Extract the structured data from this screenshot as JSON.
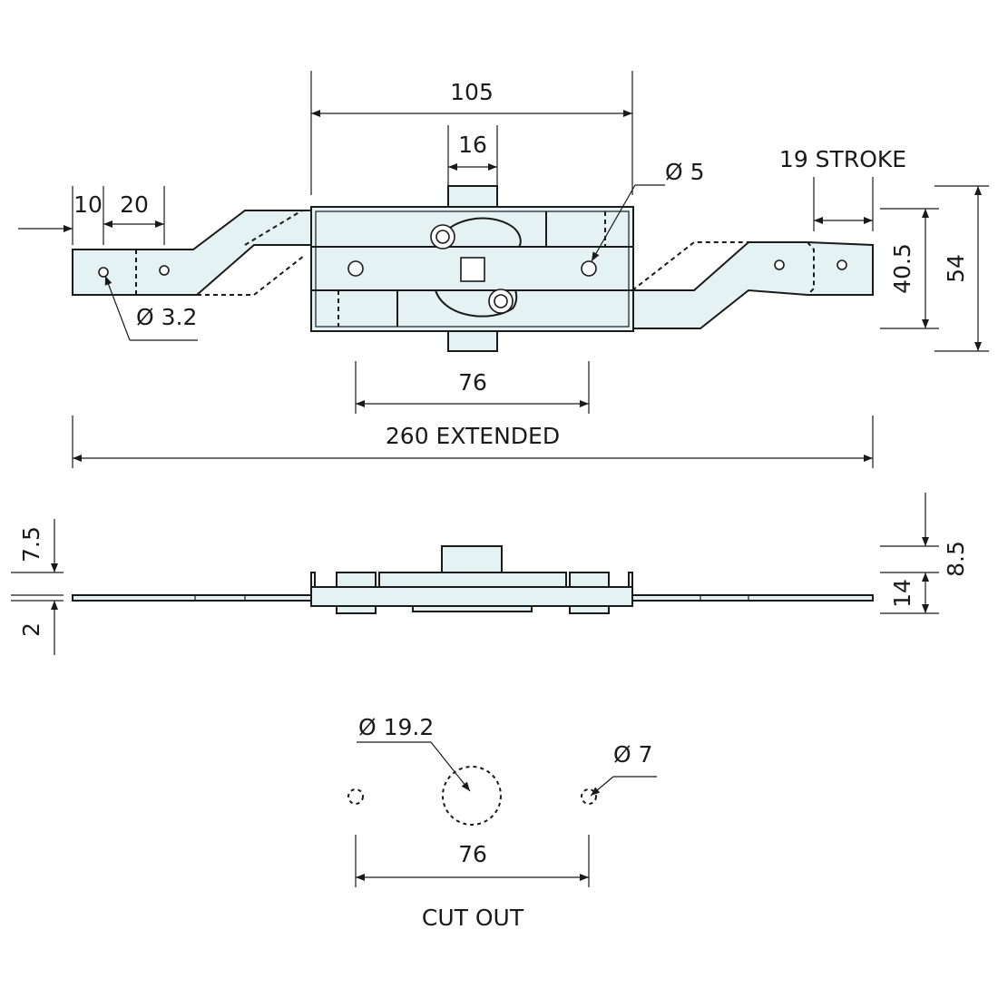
{
  "colors": {
    "part_fill": "#e4f2f4",
    "line": "#1a1a1a",
    "background": "#ffffff"
  },
  "top_view": {
    "dim_105": "105",
    "dim_16": "16",
    "dim_10": "10",
    "dim_20": "20",
    "dia_5": "Ø 5",
    "dia_3_2": "Ø 3.2",
    "stroke_19": "19 STROKE",
    "dim_40_5": "40.5",
    "dim_54": "54",
    "dim_76": "76",
    "extended_260": "260 EXTENDED"
  },
  "side_view": {
    "dim_7_5": "7.5",
    "dim_2": "2",
    "dim_8_5": "8.5",
    "dim_14": "14"
  },
  "cut_out": {
    "dia_19_2": "Ø 19.2",
    "dia_7": "Ø 7",
    "dim_76": "76",
    "label": "CUT OUT"
  }
}
